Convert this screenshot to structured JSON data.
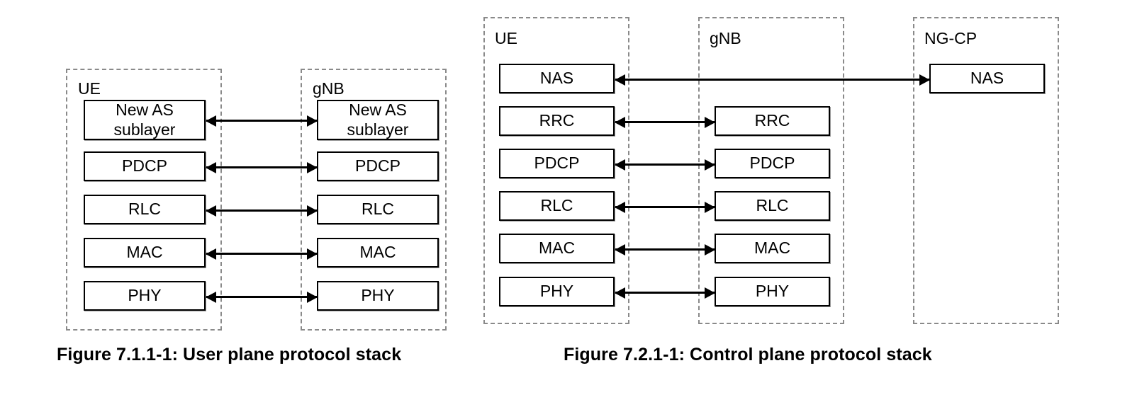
{
  "figures": [
    {
      "id": "user-plane",
      "caption": "Figure 7.1.1-1: User plane protocol stack",
      "nodes": [
        {
          "label": "UE"
        },
        {
          "label": "gNB"
        }
      ],
      "layers": {
        "ue": [
          "New AS sublayer",
          "PDCP",
          "RLC",
          "MAC",
          "PHY"
        ],
        "gnb": [
          "New AS sublayer",
          "PDCP",
          "RLC",
          "MAC",
          "PHY"
        ]
      },
      "connections": [
        {
          "from": "UE New AS sublayer",
          "to": "gNB New AS sublayer",
          "direction": "bidirectional"
        },
        {
          "from": "UE PDCP",
          "to": "gNB PDCP",
          "direction": "bidirectional"
        },
        {
          "from": "UE RLC",
          "to": "gNB RLC",
          "direction": "bidirectional"
        },
        {
          "from": "UE MAC",
          "to": "gNB MAC",
          "direction": "bidirectional"
        },
        {
          "from": "UE PHY",
          "to": "gNB PHY",
          "direction": "bidirectional"
        }
      ]
    },
    {
      "id": "control-plane",
      "caption": "Figure 7.2.1-1: Control plane protocol stack",
      "nodes": [
        {
          "label": "UE"
        },
        {
          "label": "gNB"
        },
        {
          "label": "NG-CP"
        }
      ],
      "layers": {
        "ue": [
          "NAS",
          "RRC",
          "PDCP",
          "RLC",
          "MAC",
          "PHY"
        ],
        "gnb": [
          "RRC",
          "PDCP",
          "RLC",
          "MAC",
          "PHY"
        ],
        "ngcp": [
          "NAS"
        ]
      },
      "connections": [
        {
          "from": "UE NAS",
          "to": "NG-CP NAS",
          "direction": "bidirectional"
        },
        {
          "from": "UE RRC",
          "to": "gNB RRC",
          "direction": "bidirectional"
        },
        {
          "from": "UE PDCP",
          "to": "gNB PDCP",
          "direction": "bidirectional"
        },
        {
          "from": "UE RLC",
          "to": "gNB RLC",
          "direction": "bidirectional"
        },
        {
          "from": "UE MAC",
          "to": "gNB MAC",
          "direction": "bidirectional"
        },
        {
          "from": "UE PHY",
          "to": "gNB PHY",
          "direction": "bidirectional"
        }
      ]
    }
  ],
  "colors": {
    "line": "#000000",
    "dashed_border": "#8a8a8a",
    "background": "#ffffff"
  }
}
